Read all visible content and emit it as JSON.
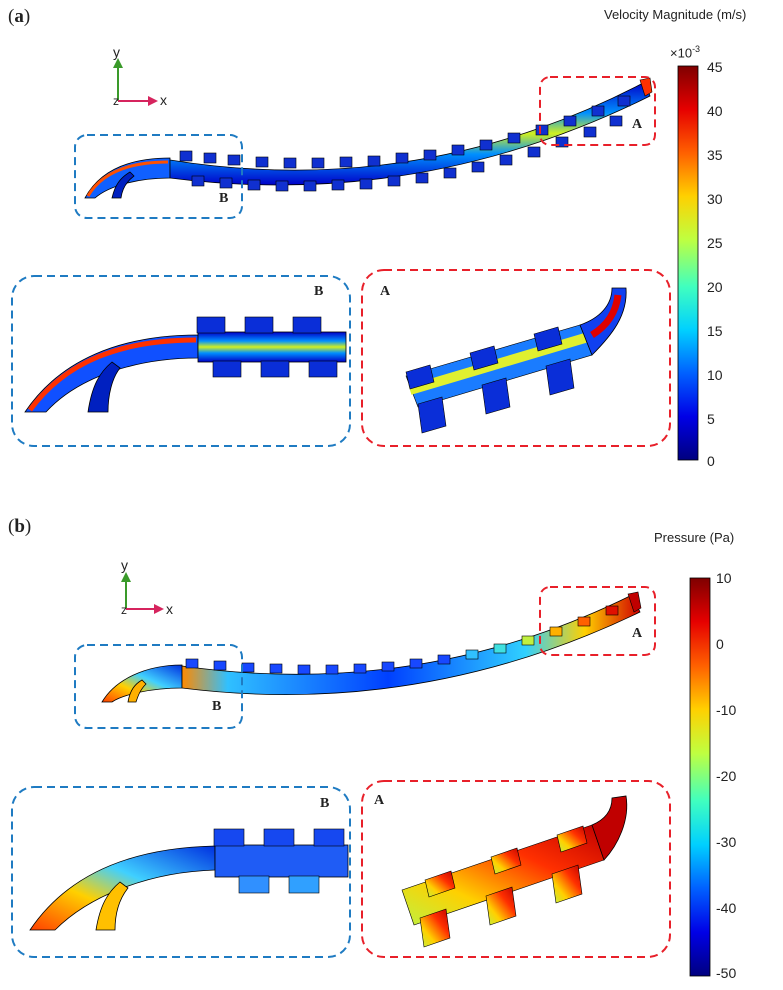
{
  "panels": [
    {
      "label_open": "(",
      "label_letter": "a",
      "label_close": ")",
      "colorbar_title": "Velocity Magnitude (m/s)",
      "colorbar_multiplier": "×10",
      "colorbar_exponent": "-3",
      "ticks": [
        "45",
        "40",
        "35",
        "30",
        "25",
        "20",
        "15",
        "10",
        "5",
        "0"
      ],
      "colormap": [
        "#00007f",
        "#0000e6",
        "#0060ff",
        "#00d0ff",
        "#40ffbf",
        "#bfff40",
        "#ffd000",
        "#ff6000",
        "#e60000",
        "#7f0000"
      ],
      "box_a_label": "A",
      "box_b_label": "B",
      "axis_y": "y",
      "axis_x": "x",
      "axis_z": "z"
    },
    {
      "label_open": "(",
      "label_letter": "b",
      "label_close": ")",
      "colorbar_title": "Pressure (Pa)",
      "ticks": [
        "10",
        "0",
        "-10",
        "-20",
        "-30",
        "-40",
        "-50"
      ],
      "colormap": [
        "#00007f",
        "#0000e6",
        "#0060ff",
        "#00d0ff",
        "#40ffbf",
        "#bfff40",
        "#ffd000",
        "#ff6000",
        "#e60000",
        "#7f0000"
      ],
      "box_a_label": "A",
      "box_b_label": "B",
      "axis_y": "y",
      "axis_x": "x",
      "axis_z": "z"
    }
  ],
  "colors": {
    "box_a": "#e8202a",
    "box_b": "#1f7bc2",
    "axis_y": "#3a9a2a",
    "axis_x": "#d6245e"
  }
}
